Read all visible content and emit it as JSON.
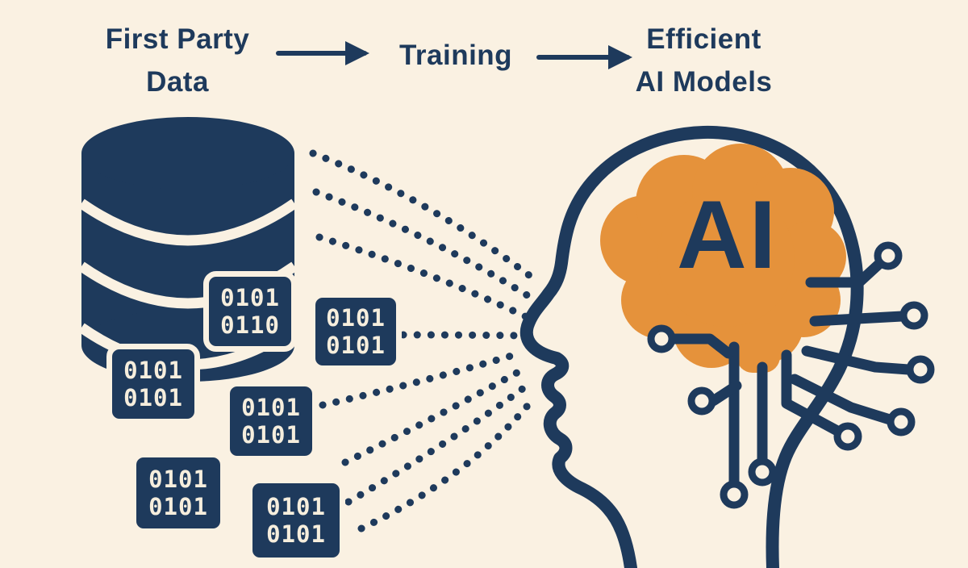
{
  "colors": {
    "navy": "#1e3a5c",
    "orange": "#e5923b",
    "cream": "#faf1e2",
    "chip_text": "#f6eedd"
  },
  "header": {
    "step1_line1": "First Party",
    "step1_line2": "Data",
    "step2": "Training",
    "step3_line1": "Efficient",
    "step3_line2": "AI Models"
  },
  "brain_label": "AI",
  "chips": [
    {
      "line1": "0101",
      "line2": "0110"
    },
    {
      "line1": "0101",
      "line2": "0101"
    },
    {
      "line1": "0101",
      "line2": "0101"
    },
    {
      "line1": "0101",
      "line2": "0101"
    },
    {
      "line1": "0101",
      "line2": "0101"
    },
    {
      "line1": "0101",
      "line2": "0101"
    }
  ],
  "icons": {
    "database": "database-icon",
    "arrow1": "arrow-right-icon",
    "arrow2": "arrow-right-icon",
    "head": "head-profile-icon",
    "brain": "brain-icon",
    "circuits": "circuit-nodes-icon"
  }
}
